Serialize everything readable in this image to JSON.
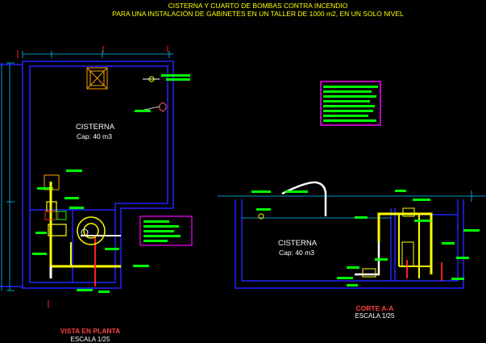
{
  "header": {
    "line1": "CISTERNA Y CUARTO DE BOMBAS CONTRA INCENDIO",
    "line2": "PARA UNA INSTALACIÓN DE GABINETES EN UN TALLER DE 1000 m2, EN UN SOLO NIVEL"
  },
  "plan": {
    "room_label": "CISTERNA",
    "capacity": "Cap: 40 m3",
    "title": "VISTA EN PLANTA",
    "scale": "ESCALA 1/25"
  },
  "section": {
    "room_label": "CISTERNA",
    "capacity": "Cap: 40 m3",
    "title": "CORTE A-A",
    "scale": "ESCALA 1/25"
  },
  "colors": {
    "background": "#000000",
    "wall": "#2222ff",
    "dim": "#00c8ff",
    "label": "#00ff00",
    "text": "#ffffff",
    "title_text": "#ffff00",
    "pipe": "#ffff00",
    "red_pipe": "#ff2020",
    "magenta": "#ff00ff",
    "section_title": "#ff4040"
  }
}
